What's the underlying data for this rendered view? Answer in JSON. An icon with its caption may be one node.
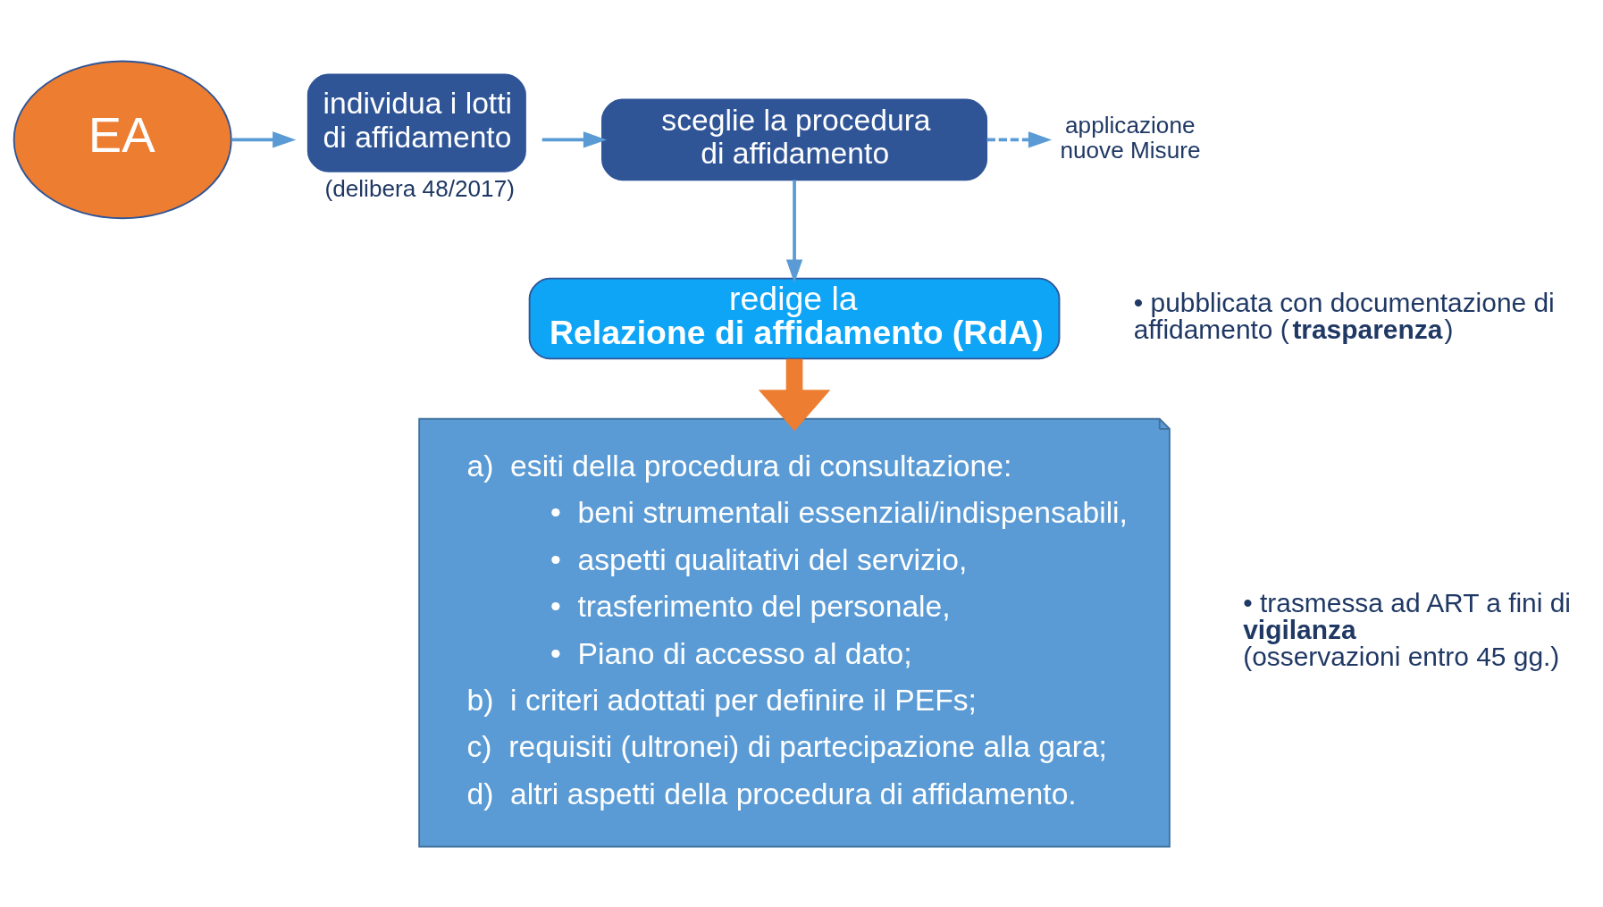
{
  "diagram": {
    "nodes": [
      {
        "text": [
          "EA"
        ]
      },
      {
        "text": [
          "individua i lotti di affidamento"
        ],
        "beside": [
          "(delibera 48/2017)"
        ]
      },
      {
        "text": [
          "sceglie la procedura di affidamento"
        ]
      },
      {
        "text": [
          "applicazione nuove Misure"
        ]
      },
      {
        "text": [
          "redige la",
          "**Relazione di affidamento (RdA)**"
        ]
      },
      {
        "text": [
          "a)  esiti della procedura di consultazione:",
          "•  beni strumentali essenziali/indispensabili,",
          "•  aspetti qualitativi del servizio,",
          "•  trasferimento del personale,",
          "•  Piano di accesso al dato;",
          "b)  i criteri adottati per definire il PEFs;",
          "c)  requisiti (ultronei) di partecipazione alla gara;",
          "d)  altri aspetti della procedura di affidamento."
        ]
      }
    ],
    "edges": [
      {
        "from": 0,
        "to": 1,
        "arrow": "to"
      },
      {
        "from": 1,
        "to": 2,
        "arrow": "to"
      },
      {
        "from": 2,
        "to": 3,
        "arrow": "to",
        "style": "dashed"
      },
      {
        "from": 2,
        "to": 4,
        "arrow": "to"
      },
      {
        "from": 4,
        "to": 5,
        "arrow": "to",
        "style": "thick",
        "color": "#ed7d31"
      }
    ],
    "labels": [
      "• pubblicata con documentazione di affidamento (**trasparenza**)",
      "• trasmessa ad ART a fini di **vigilanza** (osservazioni entro 45 gg.)"
    ]
  }
}
